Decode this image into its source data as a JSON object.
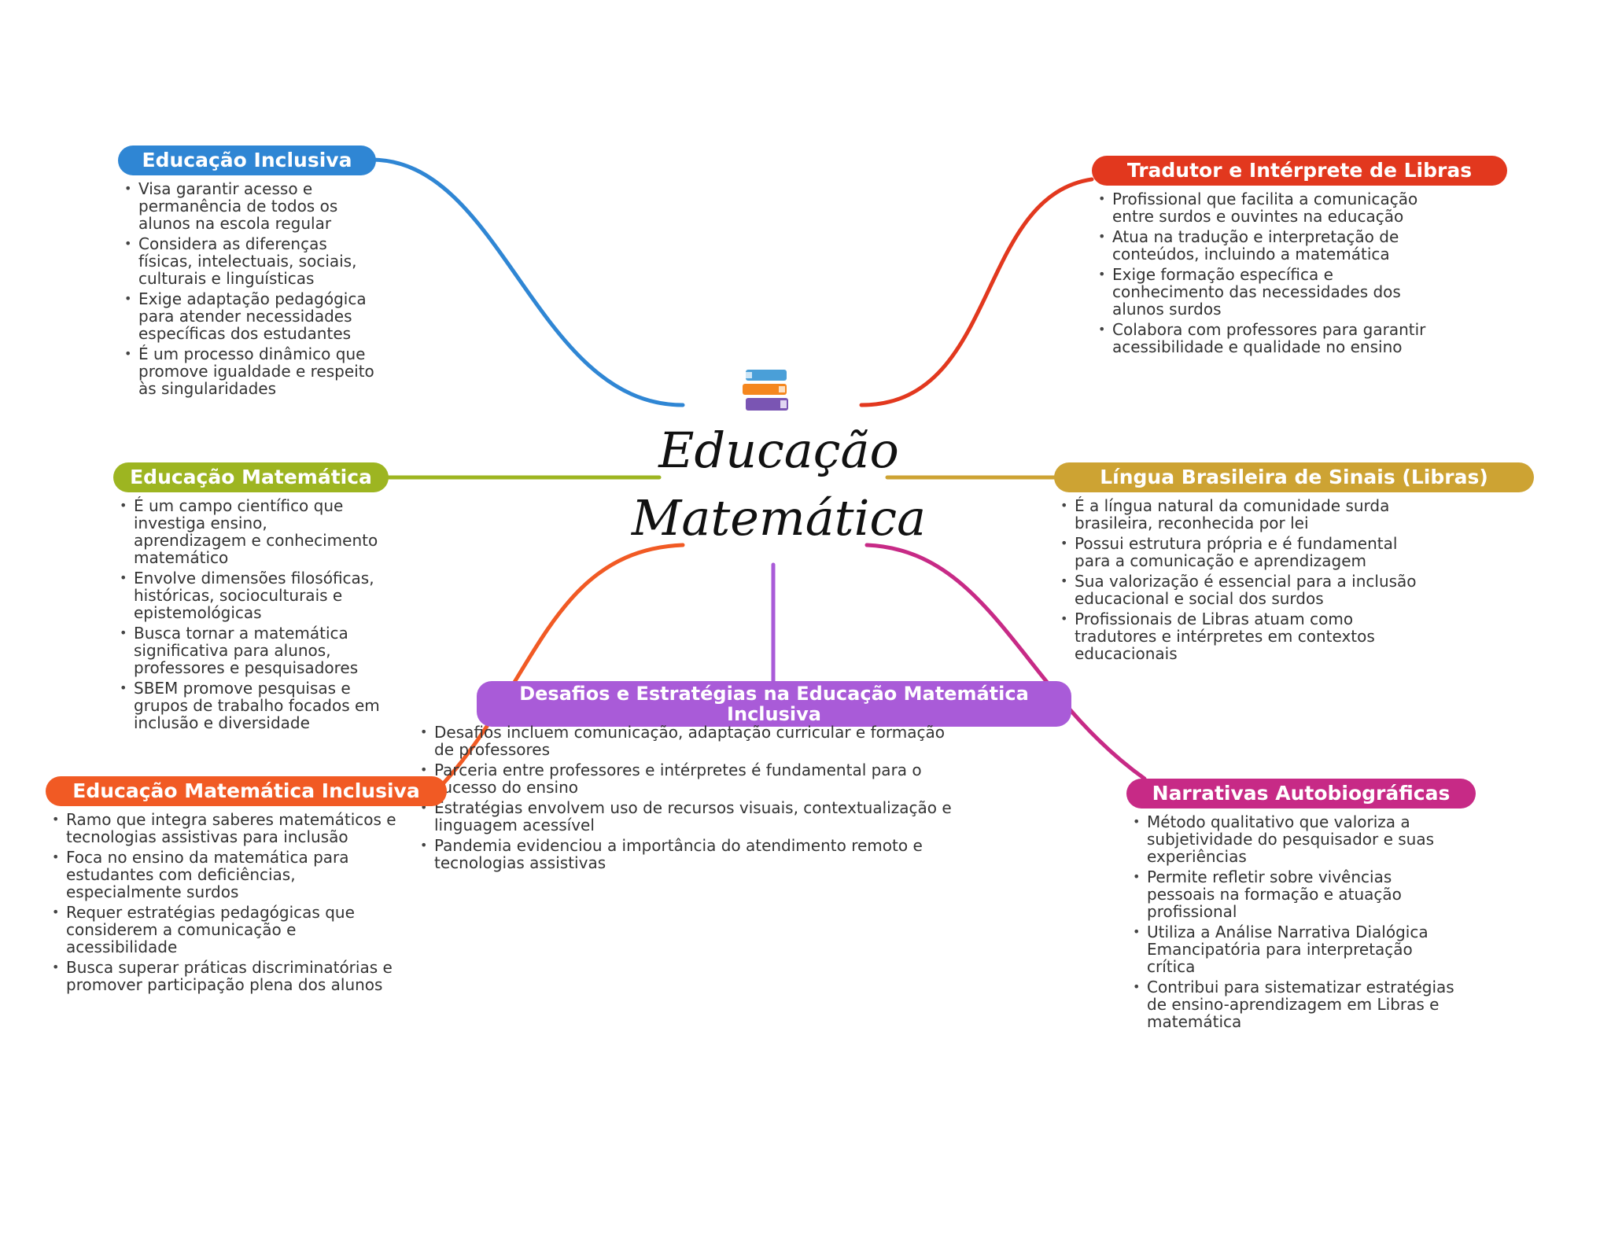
{
  "central_title": "Educação Matemática",
  "central_icon": "books-icon",
  "colors": {
    "blue": "#2f86d4",
    "red": "#e2381e",
    "olive": "#9db521",
    "gold": "#cda333",
    "orange": "#f15a24",
    "purple": "#a95bd8",
    "magenta": "#c72a86"
  },
  "topics": {
    "educacao_inclusiva": {
      "title": "Educação Inclusiva",
      "items": [
        "Visa garantir acesso e permanência de todos os alunos na escola regular",
        "Considera as diferenças físicas, intelectuais, sociais, culturais e linguísticas",
        "Exige adaptação pedagógica para atender necessidades específicas dos estudantes",
        "É um processo dinâmico que promove igualdade e respeito às singularidades"
      ]
    },
    "tradutor_interprete": {
      "title": "Tradutor e Intérprete de Libras",
      "items": [
        "Profissional que facilita a comunicação entre surdos e ouvintes na educação",
        "Atua na tradução e interpretação de conteúdos, incluindo a matemática",
        "Exige formação específica e conhecimento das necessidades dos alunos surdos",
        "Colabora com professores para garantir acessibilidade e qualidade no ensino"
      ]
    },
    "educacao_matematica": {
      "title": "Educação Matemática",
      "items": [
        "É um campo científico que investiga ensino, aprendizagem e conhecimento matemático",
        "Envolve dimensões filosóficas, históricas, socioculturais e epistemológicas",
        "Busca tornar a matemática significativa para alunos, professores e pesquisadores",
        "SBEM promove pesquisas e grupos de trabalho focados em inclusão e diversidade"
      ]
    },
    "libras": {
      "title": "Língua Brasileira de Sinais (Libras)",
      "items": [
        "É a língua natural da comunidade surda brasileira, reconhecida por lei",
        "Possui estrutura própria e é fundamental para a comunicação e aprendizagem",
        "Sua valorização é essencial para a inclusão educacional e social dos surdos",
        "Profissionais de Libras atuam como tradutores e intérpretes em contextos educacionais"
      ]
    },
    "desafios": {
      "title": "Desafios e Estratégias na Educação Matemática Inclusiva",
      "items": [
        "Desafios incluem comunicação, adaptação curricular e formação de professores",
        "Parceria entre professores e intérpretes é fundamental para o sucesso do ensino",
        "Estratégias envolvem uso de recursos visuais, contextualização e linguagem acessível",
        "Pandemia evidenciou a importância do atendimento remoto e tecnologias assistivas"
      ]
    },
    "edu_mat_inclusiva": {
      "title": "Educação Matemática Inclusiva",
      "items": [
        "Ramo que integra saberes matemáticos e tecnologias assistivas para inclusão",
        "Foca no ensino da matemática para estudantes com deficiências, especialmente surdos",
        "Requer estratégias pedagógicas que considerem a comunicação e acessibilidade",
        "Busca superar práticas discriminatórias e promover participação plena dos alunos"
      ]
    },
    "narrativas": {
      "title": "Narrativas Autobiográficas",
      "items": [
        "Método qualitativo que valoriza a subjetividade do pesquisador e suas experiências",
        "Permite refletir sobre vivências pessoais na formação e atuação profissional",
        "Utiliza a Análise Narrativa Dialógica Emancipatória para interpretação crítica",
        "Contribui para sistematizar estratégias de ensino-aprendizagem em Libras e matemática"
      ]
    }
  }
}
